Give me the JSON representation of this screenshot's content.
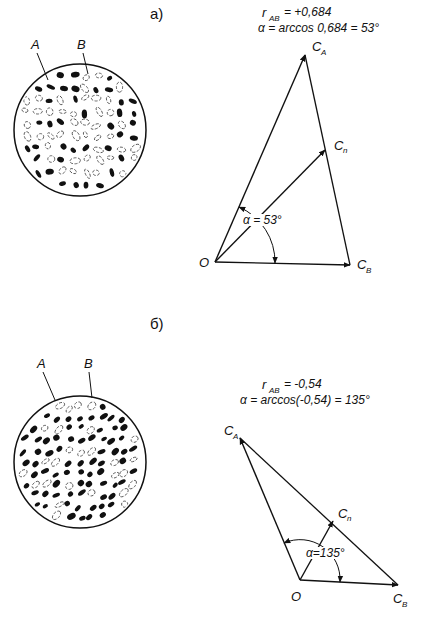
{
  "diagram": {
    "labels": [
      "а)",
      "A",
      "B",
      "r",
      "AB",
      "= +0,684",
      "α = arccos 0,684 = 53°",
      "C",
      "A",
      "C",
      "n",
      "C",
      "B",
      "O",
      "α = 53°",
      "б)",
      "A",
      "B",
      "r",
      "AB",
      "= -0,54",
      "α = arccos(-0,54) = 135°",
      "C",
      "A",
      "C",
      "n",
      "C",
      "B",
      "O",
      "α=135°"
    ]
  }
}
